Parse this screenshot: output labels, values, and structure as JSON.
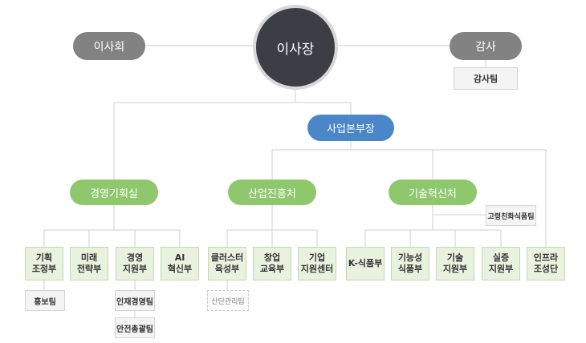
{
  "top": {
    "ceo": "이사장",
    "board": "이사회",
    "audit": "감사",
    "audit_team": "감사팀"
  },
  "hq": "사업본부장",
  "divisions": [
    {
      "name": "경영기획실",
      "departments": [
        "기획\n조정부",
        "미래\n전략부",
        "경영\n지원부",
        "AI\n혁신부"
      ],
      "teams": [
        "홍보팀",
        "인재경영팀",
        "안전총괄팀"
      ]
    },
    {
      "name": "산업진흥처",
      "departments": [
        "클러스터\n육성부",
        "창업\n교육부",
        "기업\n지원센터"
      ],
      "teams": [
        "산단관리팀"
      ]
    },
    {
      "name": "기술혁신처",
      "departments": [
        "K-식품부",
        "기능성\n식품부",
        "기술\n지원부",
        "실증\n지원부"
      ],
      "teams": [
        "고령친화식품팀"
      ]
    }
  ],
  "standalone_department": "인프라\n조성단",
  "colors": {
    "ceo": "#3b3f45",
    "gray_pill": "#828282",
    "hq": "#4a86c8",
    "division": "#8fc76d",
    "department_fill": "#e9f2df",
    "team_fill": "#f4f4f4",
    "line": "#cfcfcf"
  }
}
